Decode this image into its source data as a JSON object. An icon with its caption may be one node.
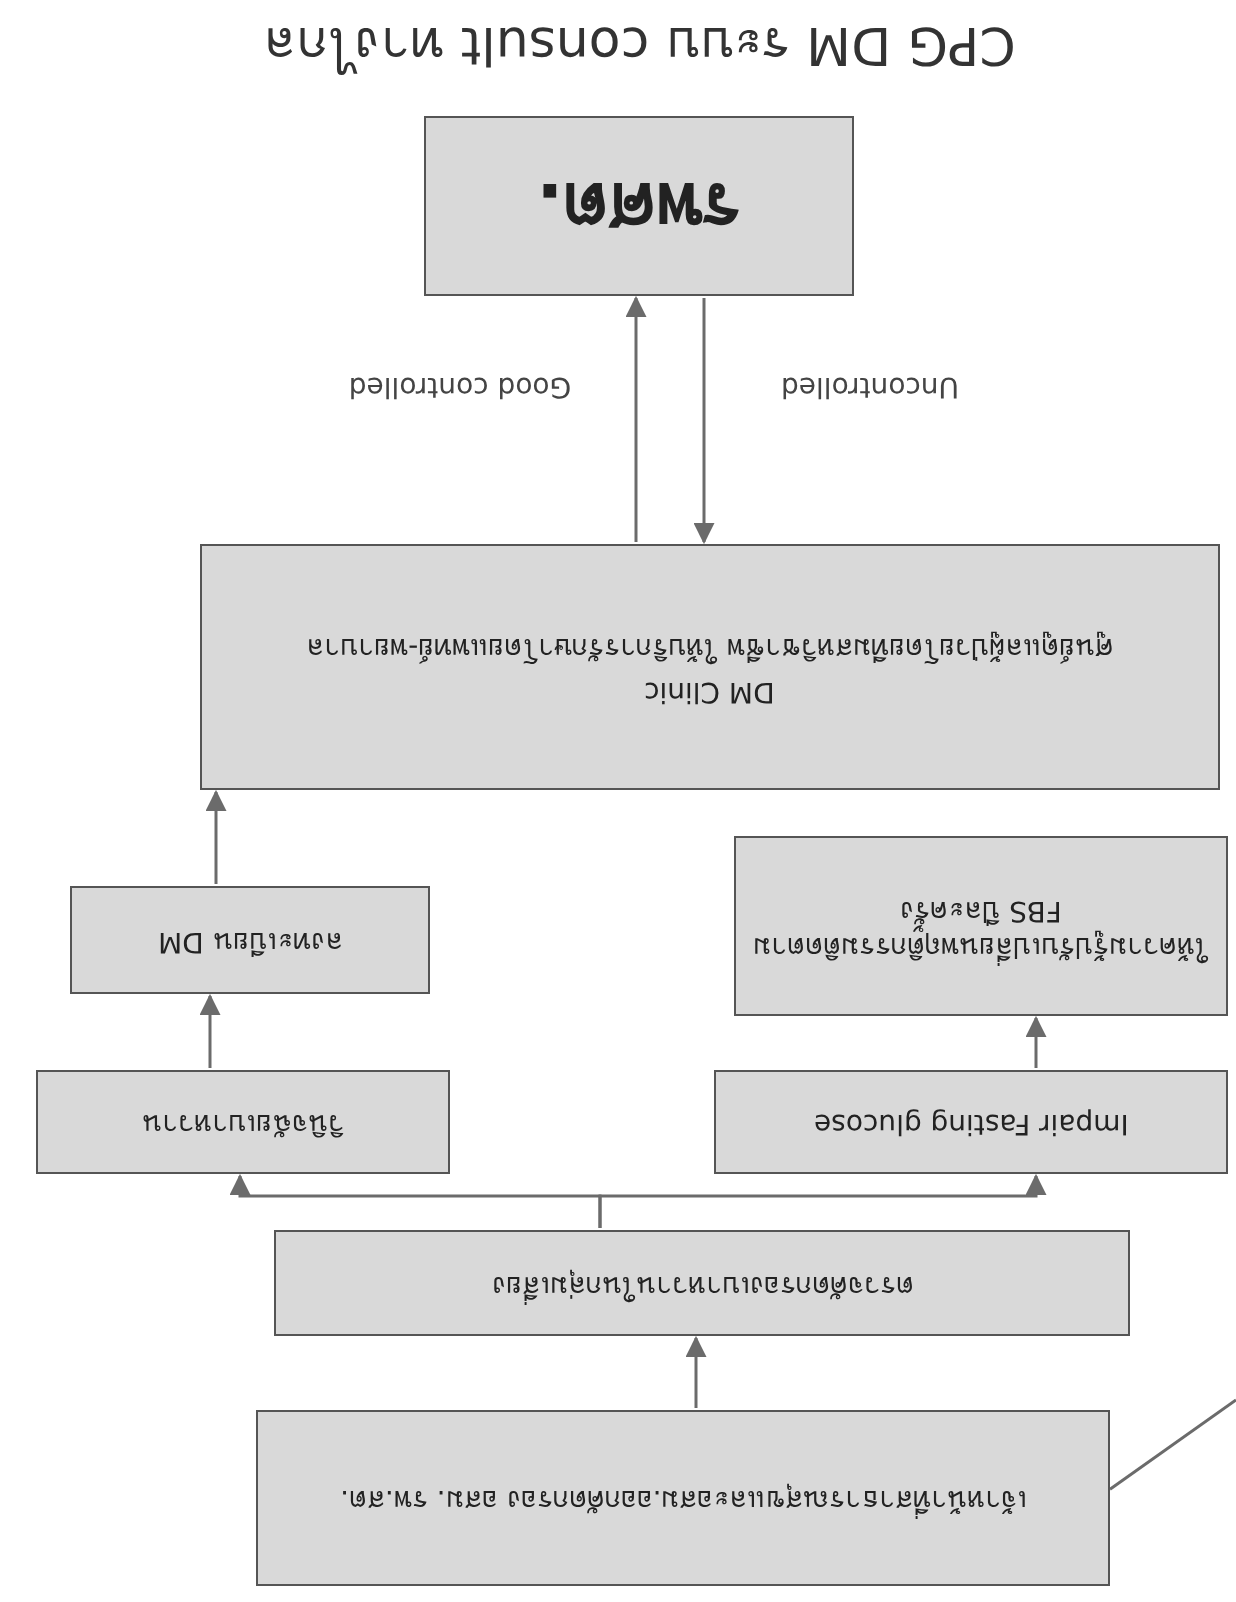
{
  "diagram": {
    "title": "CPG DM ระบบ consult ทางไกล",
    "nodes": [
      {
        "text": [
          "เจ้าหน้าที่สาธารณสุขและอสม.ออกคัดกรอง อสม. รพ.สต."
        ]
      },
      {
        "text": [
          "ตรวจคัดกรองเบาหวานในกลุ่มเสี่ยง"
        ]
      },
      {
        "text": [
          "วินิจฉัยเบาหวาน"
        ]
      },
      {
        "text": [
          "Impair Fasting glucose"
        ]
      },
      {
        "text": [
          "ลงทะเบียน DM"
        ]
      },
      {
        "text": [
          "ให้ความรู้ปรับเปลี่ยนพฤติกรรมติดตาม FBS ปีละครั้ง"
        ]
      },
      {
        "text": [
          "DM Clinic",
          "ศูนย์ดูแลผู้ป่วยโดยทีมสหวิชาชีพ ให้บริการรักษาโดยแพทย์-พยาบาล"
        ]
      },
      {
        "text": [
          "รพศต."
        ]
      }
    ],
    "edges": [
      {
        "from": 0,
        "to": 1,
        "arrow": "to"
      },
      {
        "from": 1,
        "to": 2,
        "arrow": "to"
      },
      {
        "from": 1,
        "to": 3,
        "arrow": "to"
      },
      {
        "from": 2,
        "to": 4,
        "arrow": "to"
      },
      {
        "from": 3,
        "to": 5,
        "arrow": "to"
      },
      {
        "from": 4,
        "to": 6,
        "arrow": "to"
      },
      {
        "from": 6,
        "to": 7,
        "arrow": "to",
        "label": "Good controlled"
      },
      {
        "from": 7,
        "to": 6,
        "arrow": "to",
        "label": "Uncontrolled"
      },
      {
        "from": 0,
        "to": null,
        "arrow": "none"
      }
    ]
  }
}
